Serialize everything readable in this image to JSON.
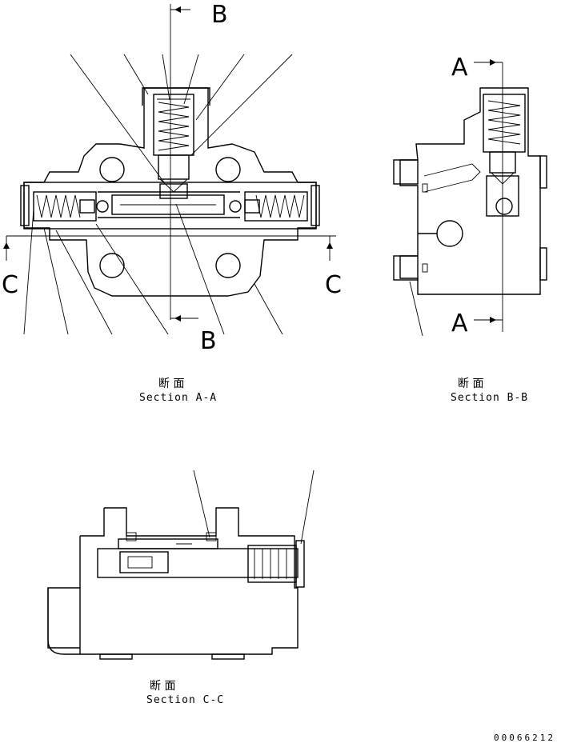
{
  "sections": [
    {
      "id": "a",
      "kanji": "断 面",
      "label": "Section A-A"
    },
    {
      "id": "b",
      "kanji": "断 面",
      "label": "Section B-B"
    },
    {
      "id": "c",
      "kanji": "断 面",
      "label": "Section C-C"
    }
  ],
  "cut_markers": {
    "b_top": "B",
    "b_bottom": "B",
    "a_top": "A",
    "a_bottom": "A",
    "c_left": "C",
    "c_right": "C"
  },
  "drawing_code": "00066212"
}
